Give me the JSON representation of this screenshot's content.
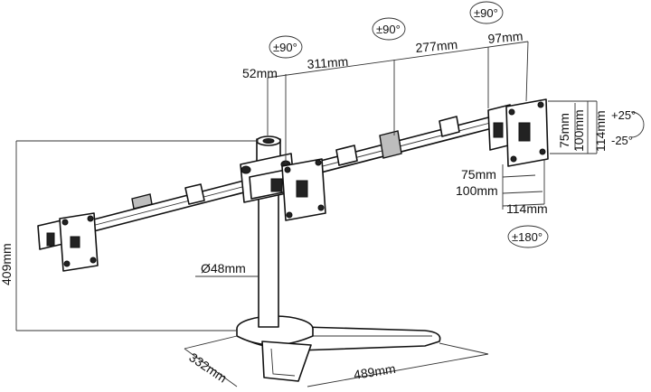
{
  "dimensions": {
    "vesa_top": "52mm",
    "arm_left": "311mm",
    "arm_right": "277mm",
    "plate_offset": "97mm",
    "height": "409mm",
    "pole_diameter": "Ø48mm",
    "base_depth": "332mm",
    "base_width": "489mm",
    "vesa_75_h": "75mm",
    "vesa_100_h": "100mm",
    "vesa_114_h": "114mm",
    "vesa_75_v": "75mm",
    "vesa_100_v": "100mm",
    "vesa_114_v": "114mm"
  },
  "rotations": {
    "swivel_left": "±90°",
    "swivel_middle": "±90°",
    "swivel_right": "±90°",
    "rotate": "±180°",
    "tilt_up": "+25°",
    "tilt_down": "-25°"
  }
}
